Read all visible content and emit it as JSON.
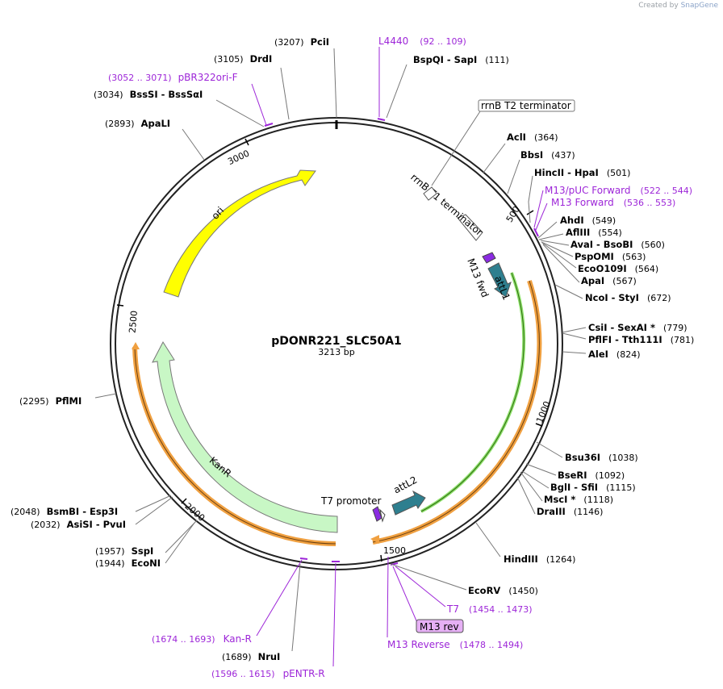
{
  "header": {
    "created_by": "Created by",
    "brand": "SnapGene"
  },
  "plasmid": {
    "name": "pDONR221_SLC50A1",
    "size_label": "3213 bp",
    "length": 3213
  },
  "ticks": [
    "500",
    "1000",
    "1500",
    "2000",
    "2500",
    "3000"
  ],
  "features": [
    {
      "name": "ori",
      "color": "#ffff00"
    },
    {
      "name": "KanR",
      "color": "#c8f7c5"
    },
    {
      "name": "attL1",
      "color": "#2e7f8f"
    },
    {
      "name": "attL2",
      "color": "#2e7f8f"
    },
    {
      "name": "rrnB T1 terminator",
      "color": "#ffffff"
    },
    {
      "name": "rrnB T2 terminator",
      "color": "#ffffff"
    },
    {
      "name": "M13 fwd",
      "color": "#8b2be2"
    },
    {
      "name": "T7 promoter",
      "color": "#8b2be2"
    }
  ],
  "enzymes": [
    {
      "name": "PciI",
      "pos": "(3207)"
    },
    {
      "name": "DrdI",
      "pos": "(3105)"
    },
    {
      "name": "BssSI  -  BssSαI",
      "pos": "(3034)"
    },
    {
      "name": "ApaLI",
      "pos": "(2893)"
    },
    {
      "name": "BspQI  -  SapI",
      "pos": "(111)"
    },
    {
      "name": "AclI",
      "pos": "(364)"
    },
    {
      "name": "BbsI",
      "pos": "(437)"
    },
    {
      "name": "HincII  -  HpaI",
      "pos": "(501)"
    },
    {
      "name": "AhdI",
      "pos": "(549)"
    },
    {
      "name": "AflIII",
      "pos": "(554)"
    },
    {
      "name": "AvaI  -  BsoBI",
      "pos": "(560)"
    },
    {
      "name": "PspOMI",
      "pos": "(563)"
    },
    {
      "name": "EcoO109I",
      "pos": "(564)"
    },
    {
      "name": "ApaI",
      "pos": "(567)"
    },
    {
      "name": "NcoI  -  StyI",
      "pos": "(672)"
    },
    {
      "name": "CsiI  -  SexAI *",
      "pos": "(779)"
    },
    {
      "name": "PflFI  -  Tth111I",
      "pos": "(781)"
    },
    {
      "name": "AleI",
      "pos": "(824)"
    },
    {
      "name": "Bsu36I",
      "pos": "(1038)"
    },
    {
      "name": "BseRI",
      "pos": "(1092)"
    },
    {
      "name": "BglI  -  SfiI",
      "pos": "(1115)"
    },
    {
      "name": "MscI *",
      "pos": "(1118)"
    },
    {
      "name": "DraIII",
      "pos": "(1146)"
    },
    {
      "name": "HindIII",
      "pos": "(1264)"
    },
    {
      "name": "EcoRV",
      "pos": "(1450)"
    },
    {
      "name": "NruI",
      "pos": "(1689)"
    },
    {
      "name": "SspI",
      "pos": "(1957)"
    },
    {
      "name": "EcoNI",
      "pos": "(1944)"
    },
    {
      "name": "BsmBI  -  Esp3I",
      "pos": "(2048)"
    },
    {
      "name": "AsiSI  -  PvuI",
      "pos": "(2032)"
    },
    {
      "name": "PflMI",
      "pos": "(2295)"
    }
  ],
  "primers": [
    {
      "name": "L4440",
      "range": "(92 .. 109)"
    },
    {
      "name": "pBR322ori-F",
      "range": "(3052 .. 3071)"
    },
    {
      "name": "M13/pUC Forward",
      "range": "(522 .. 544)"
    },
    {
      "name": "M13 Forward",
      "range": "(536 .. 553)"
    },
    {
      "name": "T7",
      "range": "(1454 .. 1473)"
    },
    {
      "name": "M13 rev",
      "range": ""
    },
    {
      "name": "M13 Reverse",
      "range": "(1478 .. 1494)"
    },
    {
      "name": "Kan-R",
      "range": "(1674 .. 1693)"
    },
    {
      "name": "pENTR-R",
      "range": "(1596 .. 1615)"
    }
  ]
}
